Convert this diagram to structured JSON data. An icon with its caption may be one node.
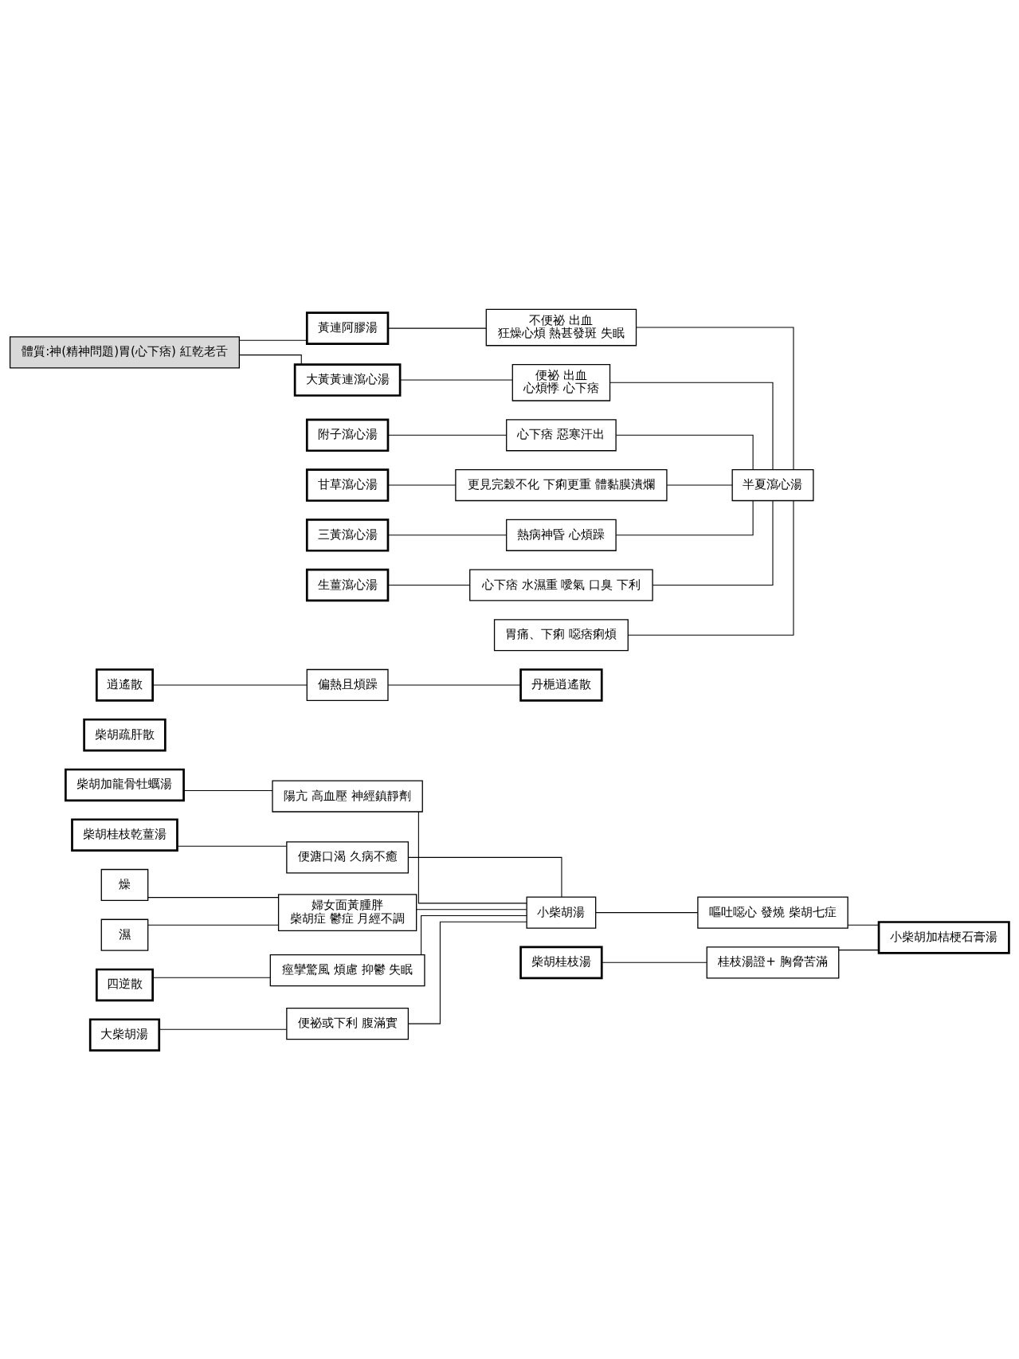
{
  "diagram": {
    "nodes": [
      {
        "text": [
          "柴胡加龍骨牡蠣湯"
        ]
      },
      {
        "text": [
          "陽亢 高血壓 神經鎮靜劑"
        ]
      },
      {
        "text": [
          "柴胡桂枝乾薑湯"
        ]
      },
      {
        "text": [
          "便溏口渴 久病不癒"
        ]
      },
      {
        "text": [
          "柴胡疏肝散"
        ]
      },
      {
        "text": [
          "燥"
        ]
      },
      {
        "text": [
          "逍遙散"
        ]
      },
      {
        "text": [
          "濕"
        ]
      },
      {
        "text": [
          "婦女面黃腫胖",
          "柴胡症 鬱症 月經不調"
        ]
      },
      {
        "text": [
          "偏熱且煩躁"
        ]
      },
      {
        "text": [
          "丹梔逍遙散"
        ]
      },
      {
        "text": [
          "四逆散"
        ]
      },
      {
        "text": [
          "痙攣驚風 煩慮 抑鬱 失眠"
        ]
      },
      {
        "text": [
          "小柴胡湯"
        ]
      },
      {
        "text": [
          "大柴胡湯"
        ]
      },
      {
        "text": [
          "便祕或下利 腹滿實"
        ]
      },
      {
        "text": [
          "嘔吐噁心 發燒 柴胡七症"
        ]
      },
      {
        "text": [
          "小柴胡加桔梗石膏湯"
        ]
      },
      {
        "text": [
          "桂枝湯證+ 胸脅苦滿"
        ]
      },
      {
        "text": [
          "柴胡桂枝湯"
        ]
      },
      {
        "text": [
          "體質:神(精神問題)胃(心下痞) 紅乾老舌"
        ]
      },
      {
        "text": [
          "黃連阿膠湯"
        ]
      },
      {
        "text": [
          "不便祕 出血",
          "狂燥心煩 熱甚發斑 失眠"
        ]
      },
      {
        "text": [
          "大黃黃連瀉心湯"
        ]
      },
      {
        "text": [
          "便祕 出血",
          "心煩悸 心下痞"
        ]
      },
      {
        "text": [
          "附子瀉心湯"
        ]
      },
      {
        "text": [
          "心下痞 惡寒汗出"
        ]
      },
      {
        "text": [
          "甘草瀉心湯"
        ]
      },
      {
        "text": [
          "更見完穀不化 下痢更重 體黏膜潰爛"
        ]
      },
      {
        "text": [
          "三黃瀉心湯"
        ]
      },
      {
        "text": [
          "熱病神昏 心煩躁"
        ]
      },
      {
        "text": [
          "生薑瀉心湯"
        ]
      },
      {
        "text": [
          "心下痞 水濕重 噯氣 口臭 下利"
        ]
      },
      {
        "text": [
          "胃痛、下痢 噁痞痢煩"
        ]
      },
      {
        "text": [
          "半夏瀉心湯"
        ]
      }
    ],
    "edges": [
      {
        "from": 0,
        "to": 1,
        "arrow": "none"
      },
      {
        "from": 2,
        "to": 3,
        "arrow": "none"
      },
      {
        "from": 5,
        "to": 8,
        "arrow": "none"
      },
      {
        "from": 7,
        "to": 8,
        "arrow": "none"
      },
      {
        "from": 6,
        "to": 9,
        "arrow": "none"
      },
      {
        "from": 9,
        "to": 10,
        "arrow": "none"
      },
      {
        "from": 11,
        "to": 12,
        "arrow": "none"
      },
      {
        "from": 1,
        "to": 13,
        "arrow": "none"
      },
      {
        "from": 3,
        "to": 13,
        "arrow": "none"
      },
      {
        "from": 8,
        "to": 13,
        "arrow": "none"
      },
      {
        "from": 12,
        "to": 13,
        "arrow": "none"
      },
      {
        "from": 14,
        "to": 15,
        "arrow": "none"
      },
      {
        "from": 15,
        "to": 13,
        "arrow": "none"
      },
      {
        "from": 13,
        "to": 16,
        "arrow": "none"
      },
      {
        "from": 16,
        "to": 17,
        "arrow": "none"
      },
      {
        "from": 19,
        "to": 18,
        "arrow": "none"
      },
      {
        "from": 18,
        "to": 17,
        "arrow": "none"
      },
      {
        "from": 20,
        "to": 21,
        "arrow": "none"
      },
      {
        "from": 20,
        "to": 23,
        "arrow": "none"
      },
      {
        "from": 21,
        "to": 22,
        "arrow": "none"
      },
      {
        "from": 23,
        "to": 24,
        "arrow": "none"
      },
      {
        "from": 25,
        "to": 26,
        "arrow": "none"
      },
      {
        "from": 27,
        "to": 28,
        "arrow": "none"
      },
      {
        "from": 29,
        "to": 30,
        "arrow": "none"
      },
      {
        "from": 31,
        "to": 32,
        "arrow": "none"
      },
      {
        "from": 22,
        "to": 34,
        "arrow": "none"
      },
      {
        "from": 24,
        "to": 34,
        "arrow": "none"
      },
      {
        "from": 26,
        "to": 34,
        "arrow": "none"
      },
      {
        "from": 28,
        "to": 34,
        "arrow": "none"
      },
      {
        "from": 30,
        "to": 34,
        "arrow": "none"
      },
      {
        "from": 32,
        "to": 34,
        "arrow": "none"
      },
      {
        "from": 33,
        "to": 34,
        "arrow": "none"
      }
    ]
  }
}
